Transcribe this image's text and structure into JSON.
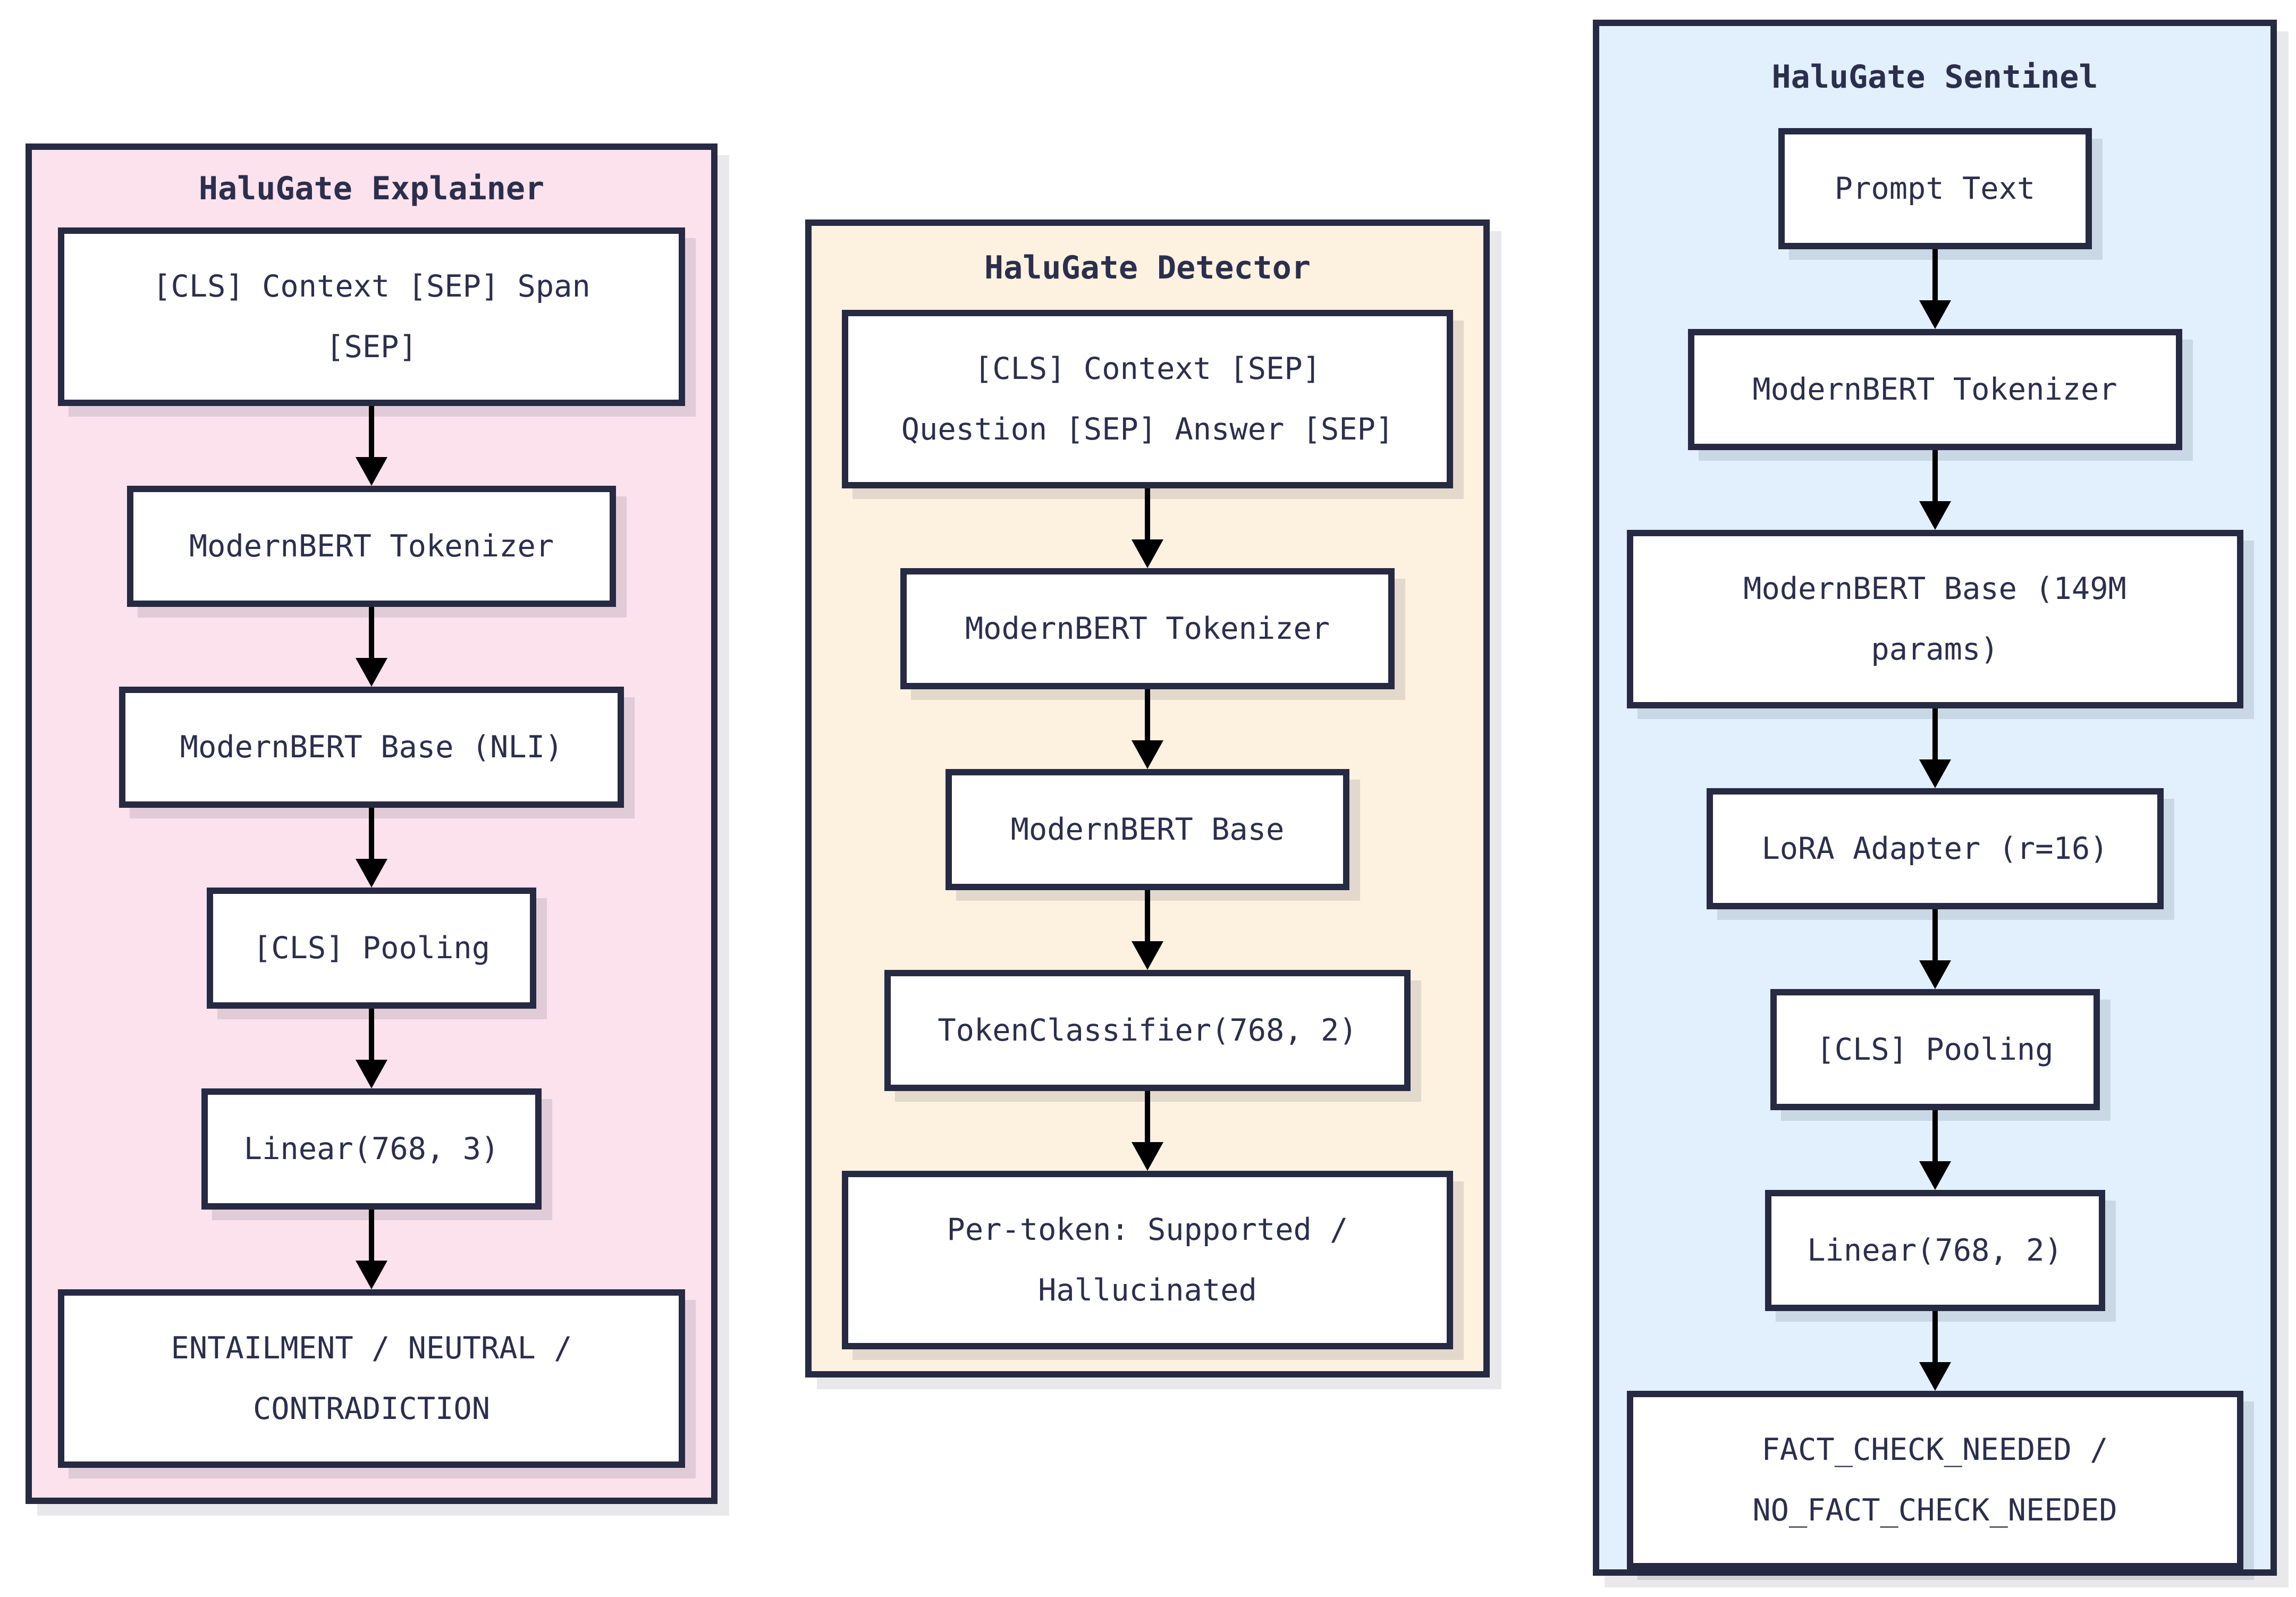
{
  "colors": {
    "page_bg": "#ffffff",
    "explainer_bg": "#fbe2ec",
    "detector_bg": "#fdf1e0",
    "sentinel_bg": "#e2effc",
    "box_bg": "#ffffff",
    "border": "#262a42",
    "text": "#2b2f4d",
    "arrow": "#000000"
  },
  "panels": [
    {
      "title": "HaluGate Explainer",
      "boxes": [
        {
          "lines": [
            "[CLS] Context [SEP] Span",
            "[SEP]"
          ]
        },
        {
          "lines": [
            "ModernBERT Tokenizer"
          ]
        },
        {
          "lines": [
            "ModernBERT Base (NLI)"
          ]
        },
        {
          "lines": [
            "[CLS] Pooling"
          ]
        },
        {
          "lines": [
            "Linear(768, 3)"
          ]
        },
        {
          "lines": [
            "ENTAILMENT / NEUTRAL /",
            "CONTRADICTION"
          ]
        }
      ]
    },
    {
      "title": "HaluGate Detector",
      "boxes": [
        {
          "lines": [
            "[CLS] Context [SEP]",
            "Question [SEP] Answer [SEP]"
          ]
        },
        {
          "lines": [
            "ModernBERT Tokenizer"
          ]
        },
        {
          "lines": [
            "ModernBERT Base"
          ]
        },
        {
          "lines": [
            "TokenClassifier(768, 2)"
          ]
        },
        {
          "lines": [
            "Per-token: Supported /",
            "Hallucinated"
          ]
        }
      ]
    },
    {
      "title": "HaluGate Sentinel",
      "boxes": [
        {
          "lines": [
            "Prompt Text"
          ]
        },
        {
          "lines": [
            "ModernBERT Tokenizer"
          ]
        },
        {
          "lines": [
            "ModernBERT Base (149M",
            "params)"
          ]
        },
        {
          "lines": [
            "LoRA Adapter (r=16)"
          ]
        },
        {
          "lines": [
            "[CLS] Pooling"
          ]
        },
        {
          "lines": [
            "Linear(768, 2)"
          ]
        },
        {
          "lines": [
            "FACT_CHECK_NEEDED /",
            "NO_FACT_CHECK_NEEDED"
          ]
        }
      ]
    }
  ]
}
